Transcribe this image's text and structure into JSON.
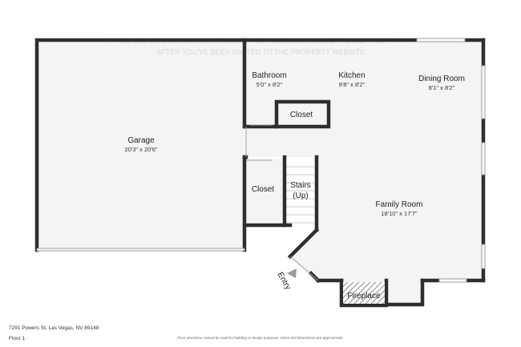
{
  "watermark": {
    "line1": "IF YOU SEE THIS LISTING ON CRAIGSLIST OR FACEBOOK MARKETPLACE, IT IS F",
    "line2": "AFTER YOU'VE BEEN INVITED TO THE PROPERTY WEBSITE"
  },
  "rooms": {
    "garage": {
      "name": "Garage",
      "dims": "20'3\" x 20'6\""
    },
    "bathroom": {
      "name": "Bathroom",
      "dims": "5'0\" x 8'2\""
    },
    "kitchen": {
      "name": "Kitchen",
      "dims": "9'8\" x 8'2\""
    },
    "dining": {
      "name": "Dining Room",
      "dims": "8'1\" x 8'2\""
    },
    "closet_top": {
      "name": "Closet"
    },
    "closet_left": {
      "name": "Closet"
    },
    "stairs": {
      "name": "Stairs",
      "sub": "(Up)"
    },
    "family": {
      "name": "Family Room",
      "dims": "18'10\" x 17'7\""
    },
    "fireplace": {
      "name": "Fireplace"
    },
    "entry": {
      "name": "Entry"
    }
  },
  "footer": {
    "address": "7291 Powers St, Las Vegas, NV 89148",
    "floor": "Floor 1",
    "disclaimer": "Floor plans/tour cannot be used for building or design purposes. Sizes and dimensions are approximate."
  }
}
